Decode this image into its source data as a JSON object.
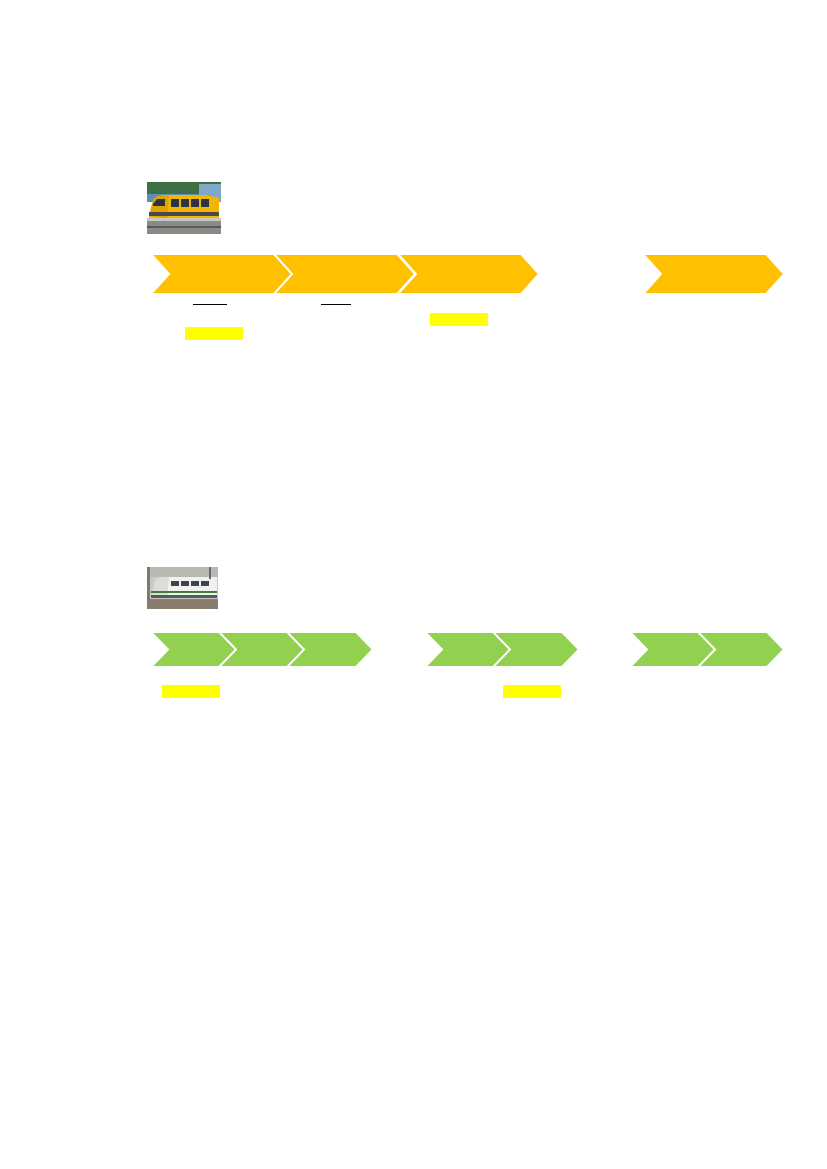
{
  "colors": {
    "section1_arrow": "#FFC000",
    "section2_arrow": "#92D050",
    "highlight": "#FFFF00",
    "chevron_outline": "#ffffff"
  },
  "section1": {
    "photo": "yellow-regional-train-photo",
    "chevrons": [
      "chevron",
      "chevron",
      "chevron",
      "chevron"
    ],
    "highlights": [
      "highlight",
      "highlight"
    ],
    "underlines": [
      "underline",
      "underline"
    ]
  },
  "section2": {
    "photo": "white-electric-train-photo",
    "chevrons": [
      "chevron",
      "chevron",
      "chevron",
      "chevron",
      "chevron",
      "chevron",
      "chevron"
    ],
    "highlights": [
      "highlight",
      "highlight"
    ]
  }
}
